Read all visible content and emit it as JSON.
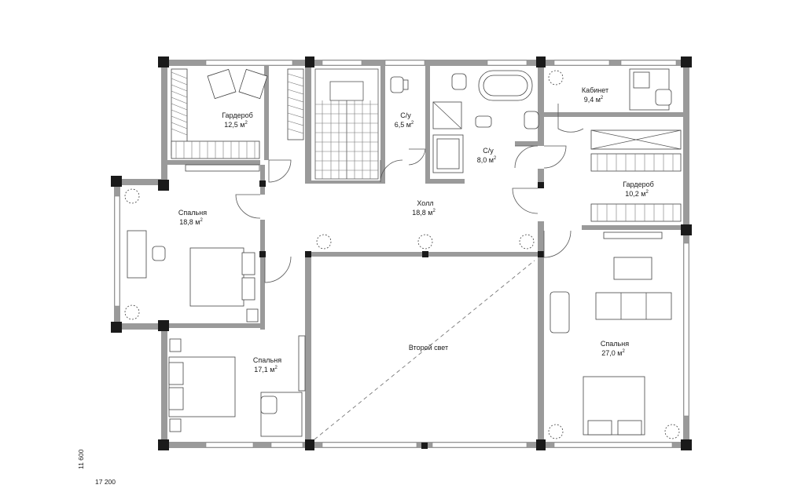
{
  "rooms": {
    "wardrobe_1": {
      "name": "Гардероб",
      "area": "12,5 м",
      "unit_sup": "2"
    },
    "wc_1": {
      "name": "С/у",
      "area": "6,5 м",
      "unit_sup": "2"
    },
    "wc_2": {
      "name": "С/у",
      "area": "8,0 м",
      "unit_sup": "2"
    },
    "office": {
      "name": "Кабинет",
      "area": "9,4 м",
      "unit_sup": "2"
    },
    "wardrobe_2": {
      "name": "Гардероб",
      "area": "10,2 м",
      "unit_sup": "2"
    },
    "hall": {
      "name": "Холл",
      "area": "18,8 м",
      "unit_sup": "2"
    },
    "bedroom_1": {
      "name": "Спальня",
      "area": "18,8 м",
      "unit_sup": "2"
    },
    "bedroom_2": {
      "name": "Спальня",
      "area": "17,1 м",
      "unit_sup": "2"
    },
    "bedroom_3": {
      "name": "Спальня",
      "area": "27,0 м",
      "unit_sup": "2"
    },
    "second_light": {
      "name": "Второй свет"
    }
  },
  "dimensions": {
    "height": "11 600",
    "width": "17 200"
  },
  "colors": {
    "wall": "#9a9a9a",
    "post": "#1a1a1a",
    "line": "#555555"
  }
}
